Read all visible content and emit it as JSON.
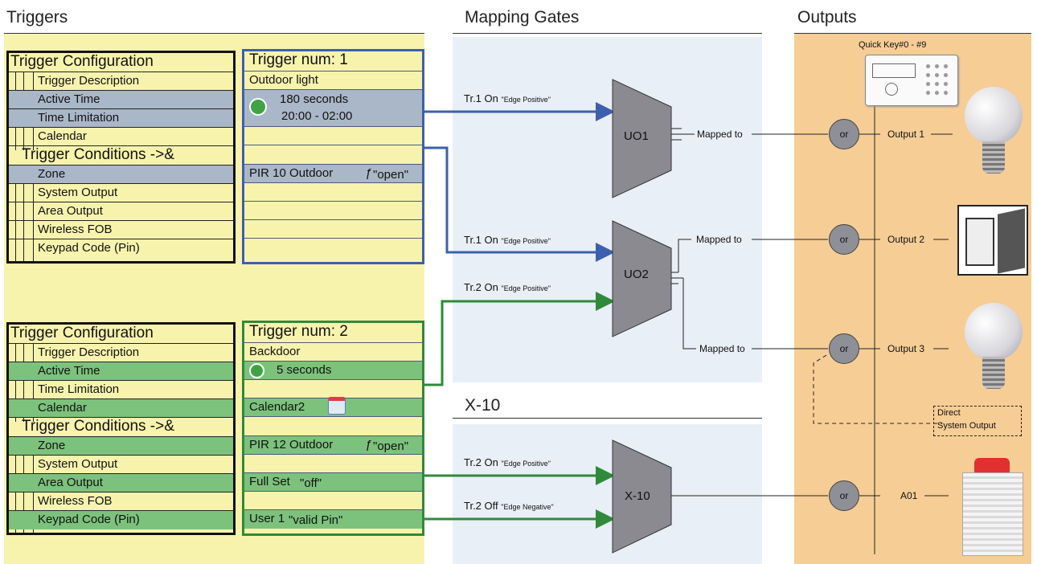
{
  "sections": {
    "triggers": "Triggers",
    "mapping_gates": "Mapping Gates",
    "outputs": "Outputs",
    "x10": "X-10"
  },
  "trigger1": {
    "config_header": "Trigger Configuration",
    "rows": [
      "Trigger Description",
      "Active Time",
      "Time Limitation",
      "Calendar"
    ],
    "conditions_header": "Trigger Conditions ->&",
    "condition_rows": [
      "Zone",
      "System Output",
      "Area Output",
      "Wireless FOB",
      "Keypad Code (Pin)"
    ],
    "num": "Trigger num: 1",
    "description": "Outdoor light",
    "active_time": "180 seconds",
    "time_limitation": "20:00 - 02:00",
    "zone": "PIR 10 Outdoor",
    "zone_state": "\"open\""
  },
  "trigger2": {
    "config_header": "Trigger Configuration",
    "rows": [
      "Trigger Description",
      "Active Time",
      "Time Limitation",
      "Calendar"
    ],
    "conditions_header": "Trigger Conditions ->&",
    "condition_rows": [
      "Zone",
      "System Output",
      "Area Output",
      "Wireless FOB",
      "Keypad Code (Pin)"
    ],
    "num": "Trigger num: 2",
    "description": "Backdoor",
    "active_time": "5 seconds",
    "calendar": "Calendar2",
    "zone": "PIR 12 Outdoor",
    "zone_state": "\"open\"",
    "area_output": "Full Set",
    "area_output_state": "\"off\"",
    "keypad": "User 1",
    "keypad_state": "\"valid Pin\""
  },
  "edges": {
    "e1": "Tr.1 On",
    "e1q": "\"Edge Positive\"",
    "e2": "Tr.1 On",
    "e2q": "\"Edge Positive\"",
    "e3": "Tr.2 On",
    "e3q": "\"Edge Positive\"",
    "e4": "Tr.2 On",
    "e4q": "\"Edge Positive\"",
    "e5": "Tr.2 Off",
    "e5q": "\"Edge Negative\""
  },
  "gates": {
    "g1": "UO1",
    "g2": "UO2",
    "g3": "X-10"
  },
  "mapped_to": "Mapped to",
  "or_label": "or",
  "outputs": {
    "quick_key": "Quick Key#0 - #9",
    "o1": "Output 1",
    "o2": "Output 2",
    "o3": "Output 3",
    "a01": "A01",
    "direct_line1": "Direct",
    "direct_line2": "System Output"
  },
  "colors": {
    "blue": "#3d5fae",
    "green": "#2f8a3a",
    "gate_fill": "#8a8a90",
    "trigger_bg": "#f7f3ad",
    "output_bg": "#f6cd95",
    "gate_bg": "#e8eff6"
  }
}
